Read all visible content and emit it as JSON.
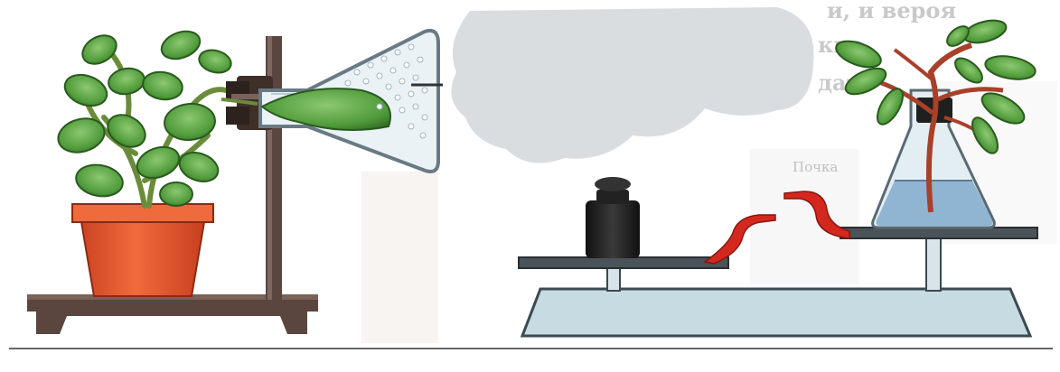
{
  "figure": {
    "background_text": {
      "line_1": "и, и вероя",
      "line_2": "кно",
      "line_3": "дать",
      "label": "Почка"
    },
    "colors": {
      "background": "#ffffff",
      "stand": "#5a463f",
      "pot": "#e0582f",
      "leaf": "#4f9a3a",
      "glass": "#cde3ec",
      "water": "#8fb5d2",
      "weight": "#1a1a1a",
      "scale_base": "#c7dbe3",
      "pointer": "#d4281f",
      "cloud": "#dadde0"
    },
    "icons": {
      "left_setup": "potted-plant-with-leaf-in-flask-icon",
      "right_setup": "balance-scale-with-weight-and-flask-icon"
    }
  }
}
